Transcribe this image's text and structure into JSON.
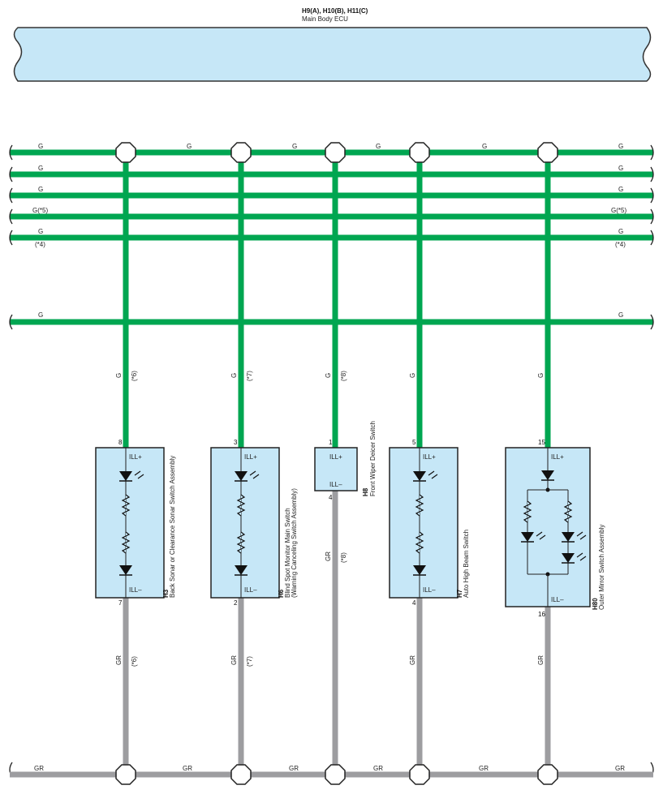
{
  "ecu": {
    "connectors": "H9(A), H10(B), H11(C)",
    "name": "Main Body ECU"
  },
  "colors": {
    "green_wire": "#00a651",
    "gray_wire": "#9d9da0",
    "component_fill": "#c6e7f7",
    "ecu_fill": "#c6e7f7"
  },
  "buses": [
    {
      "label": "G",
      "note": ""
    },
    {
      "label": "G",
      "note": ""
    },
    {
      "label": "G",
      "note": ""
    },
    {
      "label": "G(*5)",
      "note": ""
    },
    {
      "label": "G",
      "note": "(*4)"
    },
    {
      "label": "G",
      "note": ""
    }
  ],
  "ground_bus": {
    "label": "GR"
  },
  "components": [
    {
      "code": "H3",
      "name": "Back Sonar or Clearance Sonar Switch Assembly",
      "name2": "",
      "pin_top": "8",
      "pin_bottom": "7",
      "ill_plus": "ILL+",
      "ill_minus": "ILL–",
      "top_wire": "G",
      "top_note": "(*6)",
      "bottom_wire": "GR",
      "bottom_note": "(*6)"
    },
    {
      "code": "H6",
      "name": "Blind Spot Monitor Main Switch",
      "name2": "(Warning Canceling Switch Assembly)",
      "pin_top": "3",
      "pin_bottom": "2",
      "ill_plus": "ILL+",
      "ill_minus": "ILL–",
      "top_wire": "G",
      "top_note": "(*7)",
      "bottom_wire": "GR",
      "bottom_note": "(*7)"
    },
    {
      "code": "H8",
      "name": "Front Wiper Deicer Switch",
      "name2": "",
      "pin_top": "1",
      "pin_bottom": "4",
      "ill_plus": "ILL+",
      "ill_minus": "ILL–",
      "top_wire": "G",
      "top_note": "(*8)",
      "bottom_wire": "GR",
      "bottom_note": "(*8)"
    },
    {
      "code": "H7",
      "name": "Auto High Beam Switch",
      "name2": "",
      "pin_top": "5",
      "pin_bottom": "4",
      "ill_plus": "ILL+",
      "ill_minus": "ILL–",
      "top_wire": "G",
      "top_note": "",
      "bottom_wire": "GR",
      "bottom_note": ""
    },
    {
      "code": "H80",
      "name": "Outer Mirror Switch Assembly",
      "name2": "",
      "pin_top": "15",
      "pin_bottom": "16",
      "ill_plus": "ILL+",
      "ill_minus": "ILL–",
      "top_wire": "G",
      "top_note": "",
      "bottom_wire": "GR",
      "bottom_note": ""
    }
  ]
}
